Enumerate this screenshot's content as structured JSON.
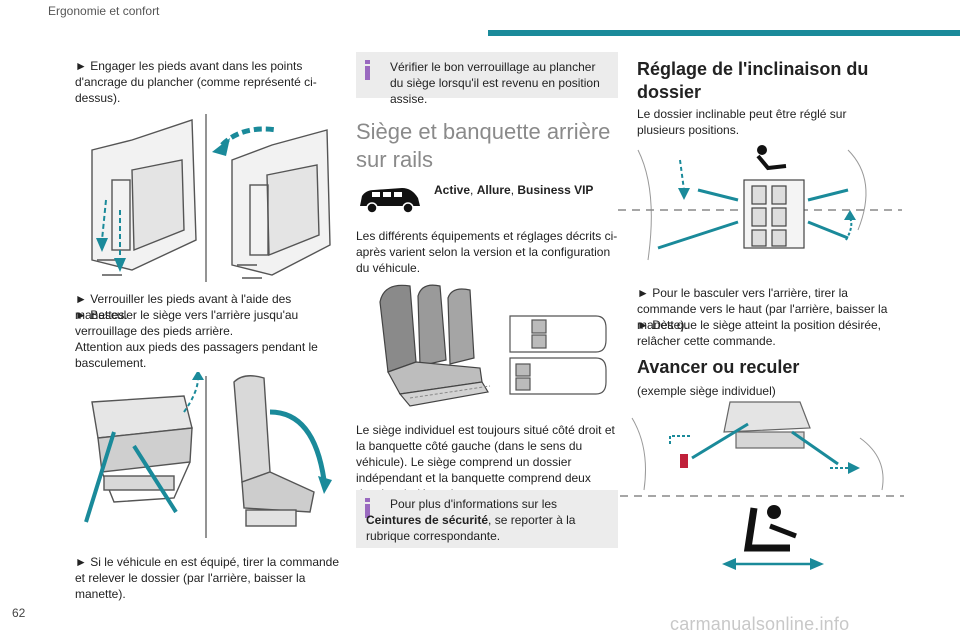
{
  "header": {
    "title": "Ergonomie et confort"
  },
  "footer": {
    "page_number": "62",
    "watermark": "carmanualsonline.info"
  },
  "colors": {
    "teal": "#1a8a9a",
    "purple": "#9a6ac0",
    "note_bg": "#ececec",
    "heading_gray": "#8a8a8a"
  },
  "col1": {
    "p1": "► Engager les pieds avant dans les points d'ancrage du plancher (comme représenté ci-dessus).",
    "p2a": "► Verrouiller les pieds avant à l'aide des manettes.",
    "p2b": "► Basculer le siège vers l'arrière jusqu'au verrouillage des pieds arrière.",
    "p2c": "Attention aux pieds des passagers pendant le basculement.",
    "p3": "► Si le véhicule en est équipé, tirer la commande et relever le dossier (par l'arrière, baisser la manette)."
  },
  "col2": {
    "note1": "Vérifier le bon verrouillage au plancher du siège lorsqu'il est revenu en position assise.",
    "heading": "Siège et banquette arrière sur rails",
    "versions": "Active, Allure, Business VIP",
    "versions_active": "Active",
    "versions_allure": "Allure",
    "versions_business": "Business VIP",
    "p1": "Les différents équipements et réglages décrits ci-après varient selon la version et la configuration du véhicule.",
    "p2": "Le siège individuel est toujours situé côté droit et la banquette côté gauche (dans le sens du véhicule). Le siège comprend un dossier indépendant et la banquette comprend deux dossiers indépendants.",
    "note2_pre": "Pour plus d'informations sur les ",
    "note2_bold": "Ceintures de sécurité",
    "note2_post": ", se reporter à la rubrique correspondante."
  },
  "col3": {
    "heading1": "Réglage de l'inclinaison du dossier",
    "p1": "Le dossier inclinable peut être réglé sur plusieurs positions.",
    "p2a": "► Pour le basculer vers l'arrière, tirer la commande vers le haut (par l'arrière, baisser la manette).",
    "p2b": "► Dès que le siège atteint la position désirée, relâcher cette commande.",
    "heading2": "Avancer ou reculer",
    "p3": "(exemple siège individuel)"
  }
}
